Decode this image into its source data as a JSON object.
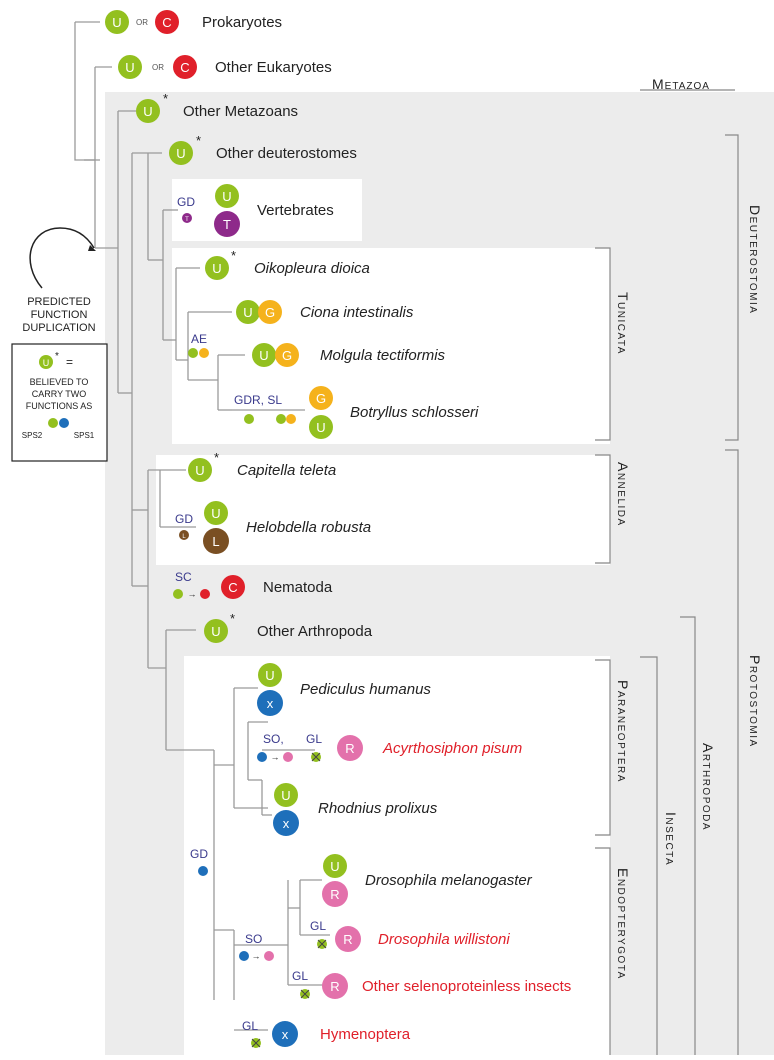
{
  "colors": {
    "U": "#93c01f",
    "C": "#e0202a",
    "T": "#8e2a8a",
    "G": "#f5b21c",
    "L": "#7a4f23",
    "X": "#1e6fba",
    "R": "#e371ab",
    "shade": "#ececec",
    "gainloss_text": "#3a3a8c",
    "red_text": "#e0202a",
    "text": "#222222"
  },
  "symbols": {
    "U": "U",
    "C": "C",
    "T": "T",
    "G": "G",
    "L": "L",
    "X": "x",
    "R": "R",
    "or": "OR",
    "star": "*",
    "arrow": "→"
  },
  "taxa": {
    "prokaryotes": "Prokaryotes",
    "other_eukaryotes": "Other Eukaryotes",
    "other_metazoans": "Other Metazoans",
    "other_deuterostomes": "Other deuterostomes",
    "vertebrates": "Vertebrates",
    "oikopleura": "Oikopleura dioica",
    "ciona": "Ciona intestinalis",
    "molgula": "Molgula tectiformis",
    "botryllus": "Botryllus schlosseri",
    "capitella": "Capitella teleta",
    "helobdella": "Helobdella robusta",
    "nematoda": "Nematoda",
    "other_arthropoda": "Other Arthropoda",
    "pediculus": "Pediculus humanus",
    "acyrthosiphon": "Acyrthosiphon pisum",
    "rhodnius": "Rhodnius prolixus",
    "drosophila_mel": "Drosophila melanogaster",
    "drosophila_wil": "Drosophila willistoni",
    "other_seleno": "Other selenoproteinless insects",
    "hymenoptera": "Hymenoptera"
  },
  "events": {
    "gd": "GD",
    "ae": "AE",
    "gdr_sl": "GDR, SL",
    "sc": "SC",
    "so_comma": "SO,",
    "gl": "GL",
    "so": "SO"
  },
  "clades": {
    "metazoa": "Metazoa",
    "deuterostomia": "Deuterostomia",
    "tunicata": "Tunicata",
    "annelida": "Annelida",
    "protostomia": "Protostomia",
    "arthropoda": "Arthropoda",
    "insecta": "Insecta",
    "paraneoptera": "Paraneoptera",
    "endopterygota": "Endopterygota"
  },
  "legend": {
    "predicted_1": "PREDICTED",
    "predicted_2": "FUNCTION",
    "predicted_3": "DUPLICATION",
    "eq": "=",
    "believed_1": "BELIEVED TO",
    "believed_2": "CARRY TWO",
    "believed_3": "FUNCTIONS AS",
    "sps2": "SPS2",
    "sps1": "SPS1"
  }
}
